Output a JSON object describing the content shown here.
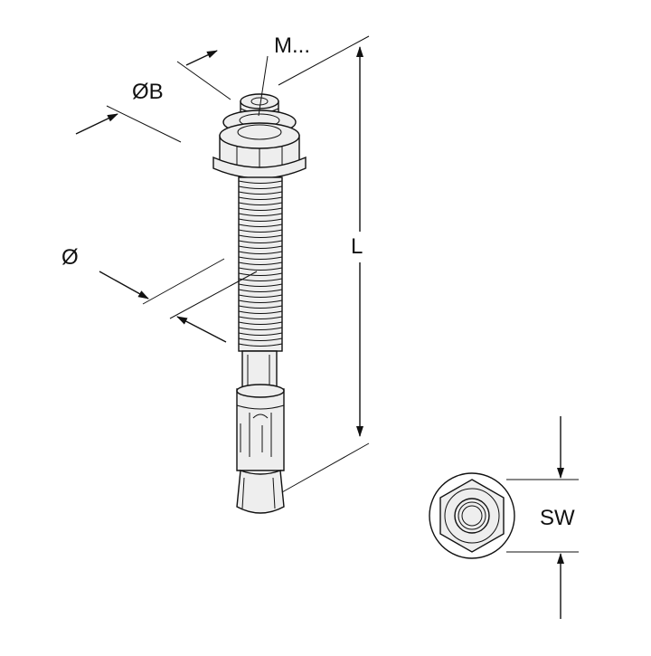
{
  "labels": {
    "thread": "M...",
    "washer_diameter": "ØB",
    "shank_diameter": "Ø",
    "length": "L",
    "wrench_size": "SW"
  },
  "colors": {
    "line": "#111111",
    "fill": "#eeeeee",
    "background": "#ffffff"
  }
}
